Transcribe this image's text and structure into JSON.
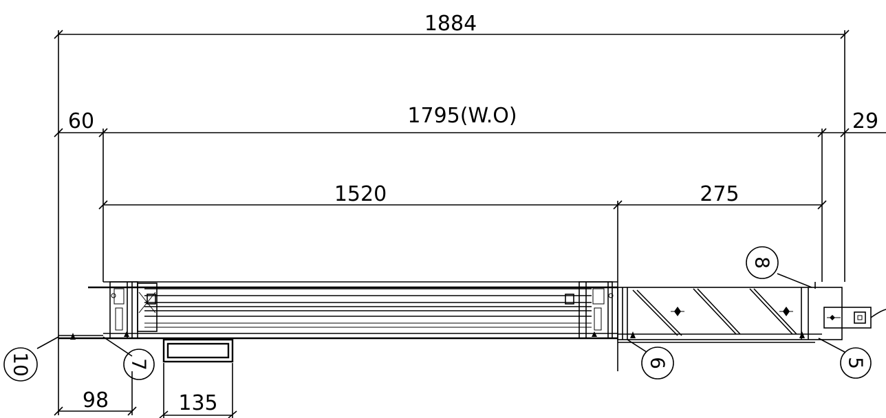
{
  "dimensions": {
    "overall": "1884",
    "window_opening": "1795(W.O)",
    "left_offset": "60",
    "right_offset": "29",
    "left_section": "1520",
    "right_section": "275",
    "bottom_left": "98",
    "bottom_mid": "135"
  },
  "callouts": {
    "c5": "5",
    "c6": "6",
    "c7": "7",
    "c8": "8",
    "c10": "10"
  }
}
